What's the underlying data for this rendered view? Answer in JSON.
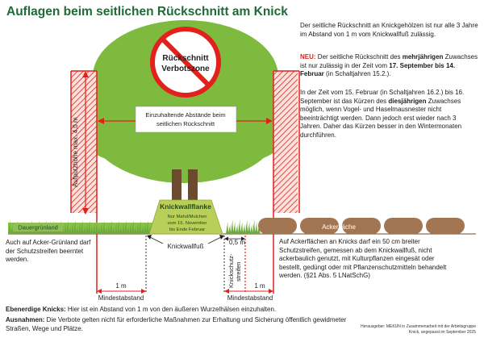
{
  "title": "Auflagen beim seitlichen Rückschnitt am Knick",
  "intro": {
    "text": "Der seitliche Rückschnitt an Knickgehölzen ist nur alle 3 Jahre im Abstand von 1 m vom Knickwallfuß zulässig."
  },
  "neu": {
    "label": "NEU:",
    "text1": " Der seitliche Rückschnitt des ",
    "highlight": "mehrjährigen",
    "text2": " Zuwachses ist nur zulässig in der Zeit vom ",
    "dates": "17. September bis 14. Februar",
    "text3": " (in Schaltjahren 15.2.)."
  },
  "period": {
    "text1": "In der Zeit vom 15. Februar (in Schaltjahren 16.2.) bis 16. September ist das Kürzen des ",
    "highlight": "diesjährigen",
    "text2": " Zuwachses möglich, wenn Vogel- und Haselmausnester nicht beeinträchtigt werden. Dann jedoch erst wieder nach 3 Jahren. Daher das Kürzen besser in den Wintermonaten durchführen."
  },
  "diagram": {
    "sign_text": "Rückschnitt Verbotszone",
    "distance_box": "Einzuhaltende Abstände beim seitlichen Rückschnitt",
    "height_label": "Aufputzhöhe max. 4,0 m",
    "knickwallflanke": "Knickwallflanke",
    "mowing_note": "Nur Mahd/Mulchen vom 15. November bis Ende Februar",
    "dauergruenland": "Dauergrünland",
    "ackerflaeche": "Ackerfläche",
    "knickwallfuss": "Knickwallfuß",
    "schutzstreifen": "Knickschutz-streifen",
    "half_meter": "0,5 m",
    "one_meter_left": "1 m",
    "one_meter_right": "1 m",
    "mindestabstand_left": "Mindestabstand",
    "mindestabstand_right": "Mindestabstand",
    "colors": {
      "tree": "#7dba3e",
      "red": "#e3201b",
      "flank": "#b9cf5a",
      "field": "#a27552",
      "title": "#1f6a37"
    }
  },
  "left_note": "Auch auf Acker-Grünland darf der Schutzstreifen beerntet werden.",
  "right_note": "Auf Ackerflächen an Knicks darf ein 50 cm breiter Schutzstreifen, gemessen ab dem Knickwallfuß, nicht ackerbaulich genutzt, mit Kulturpflanzen eingesät oder bestellt, gedüngt oder mit Pflanzenschutzmitteln behandelt werden. (§21 Abs. 5 LNatSchG)",
  "footer": {
    "ebenerdig_label": "Ebenerdige Knicks:",
    "ebenerdig_text": " Hier ist ein Abstand von 1 m von den äußeren Wurzelhälsen einzuhalten.",
    "ausnahmen_label": "Ausnahmen:",
    "ausnahmen_text": " Die Verbote gelten nicht für erforderliche Maßnahmen zur Erhaltung und Sicherung öffentlich gewidmeter Straßen, Wege und Plätze."
  },
  "publisher": "Herausgeber: MEKUN in Zusammenarbeit mit der Arbeitsgruppe Knick, angepasst im September 2025"
}
